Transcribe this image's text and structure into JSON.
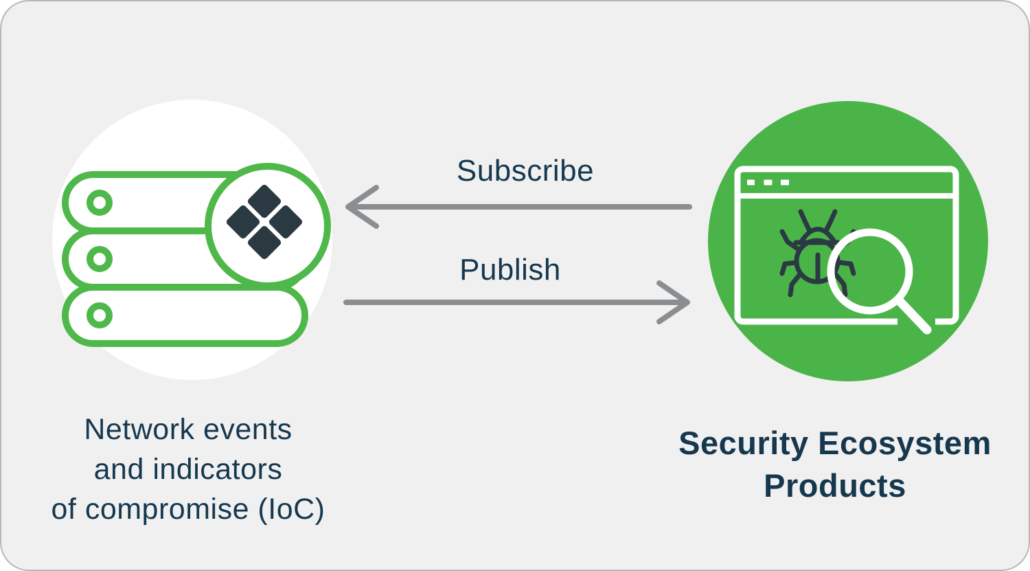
{
  "colors": {
    "card_background": "#f0f0f1",
    "green": "#4bb449",
    "icon_dark": "#2b3a42",
    "text_navy": "#16384e",
    "arrow_gray": "#8b8e90",
    "white": "#ffffff"
  },
  "left_node": {
    "icon": "server-database-with-diamond-badge",
    "label_lines": [
      "Network events",
      "and indicators",
      "of compromise (IoC)"
    ]
  },
  "right_node": {
    "icon": "browser-window-bug-magnifier",
    "label_lines": [
      "Security Ecosystem",
      "Products"
    ]
  },
  "arrows": [
    {
      "label": "Subscribe",
      "direction": "right-to-left"
    },
    {
      "label": "Publish",
      "direction": "left-to-right"
    }
  ]
}
